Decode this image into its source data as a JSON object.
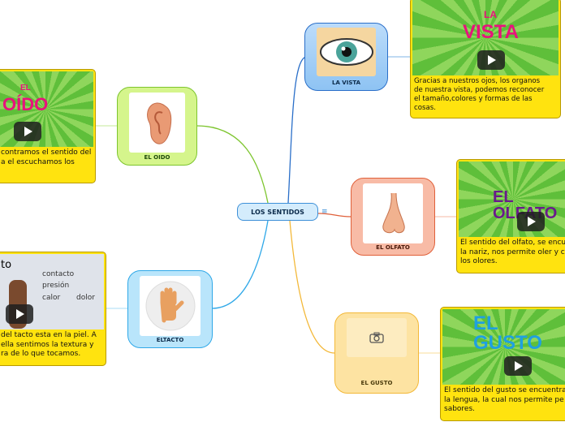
{
  "central": {
    "label": "LOS SENTIDOS",
    "notes_icon": "notes-icon"
  },
  "topics": {
    "vista": {
      "label": "LA VISTA",
      "image": "eye-image",
      "color": "#a9d3f7"
    },
    "oido": {
      "label": "EL OIDO",
      "image": "ear-image",
      "color": "#d5f58c"
    },
    "olfato": {
      "label": "EL OLFATO",
      "image": "nose-image",
      "color": "#f8bba6"
    },
    "tacto": {
      "label": "ELTACTO",
      "image": "hand-image",
      "color": "#b9e5fb"
    },
    "gusto": {
      "label": "EL GUSTO",
      "image": "camera-icon",
      "color": "#fde3a2"
    }
  },
  "cards": {
    "vista": {
      "video_title_1": "LA",
      "video_title_2": "VISTA",
      "lines": [
        "Gracias a nuestros ojos, los organos",
        "de nuestra vista, podemos reconocer",
        "el tamaño,colores y formas de las",
        "cosas."
      ]
    },
    "oido": {
      "video_title_1": "EL",
      "video_title_2": "OÍDO",
      "lines": [
        "contramos el sentido del",
        "a el escuchamos los"
      ]
    },
    "olfato": {
      "video_title": "EL OLFATO",
      "lines": [
        "El sentido del olfato, se encu",
        "la nariz, nos permite oler y c",
        "los olores."
      ]
    },
    "tacto": {
      "video_title": "to",
      "words": [
        "contacto",
        "presión",
        "calor",
        "dolor"
      ],
      "lines": [
        "del tacto esta en la piel. A",
        "ella sentimos la textura y",
        "ra de lo que tocamos."
      ]
    },
    "gusto": {
      "video_title": "EL GUSTO",
      "lines": [
        "El sentido del gusto se encuentra",
        "la lengua, la cual nos permite pe",
        "sabores."
      ]
    }
  }
}
